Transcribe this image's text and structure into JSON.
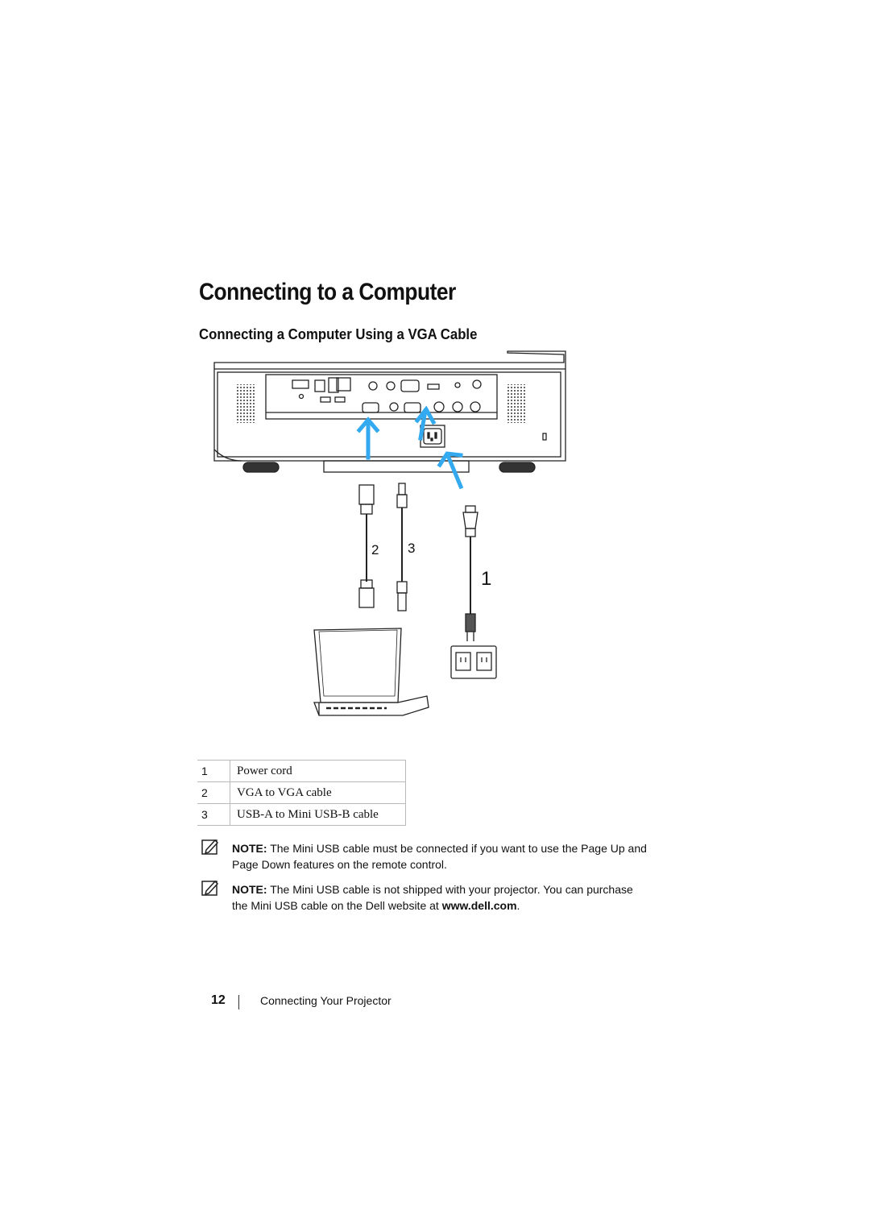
{
  "page": {
    "title": "Connecting to a Computer",
    "subtitle": "Connecting a Computer Using a VGA Cable"
  },
  "diagram": {
    "callouts": [
      "1",
      "2",
      "3"
    ],
    "arrow_color": "#33aaf0"
  },
  "legend": [
    {
      "num": "1",
      "desc": "Power cord"
    },
    {
      "num": "2",
      "desc": "VGA to VGA cable"
    },
    {
      "num": "3",
      "desc": "USB-A to Mini USB-B cable"
    }
  ],
  "notes": [
    {
      "label": "NOTE:",
      "text": " The Mini USB cable must be connected if you want to use the Page Up and Page Down features on the remote control."
    },
    {
      "label": "NOTE:",
      "text": " The Mini USB cable is not shipped with your projector. You can purchase the Mini USB cable on the Dell website at ",
      "url": "www.dell.com",
      "end": "."
    }
  ],
  "footer": {
    "page_number": "12",
    "section": "Connecting Your Projector"
  }
}
